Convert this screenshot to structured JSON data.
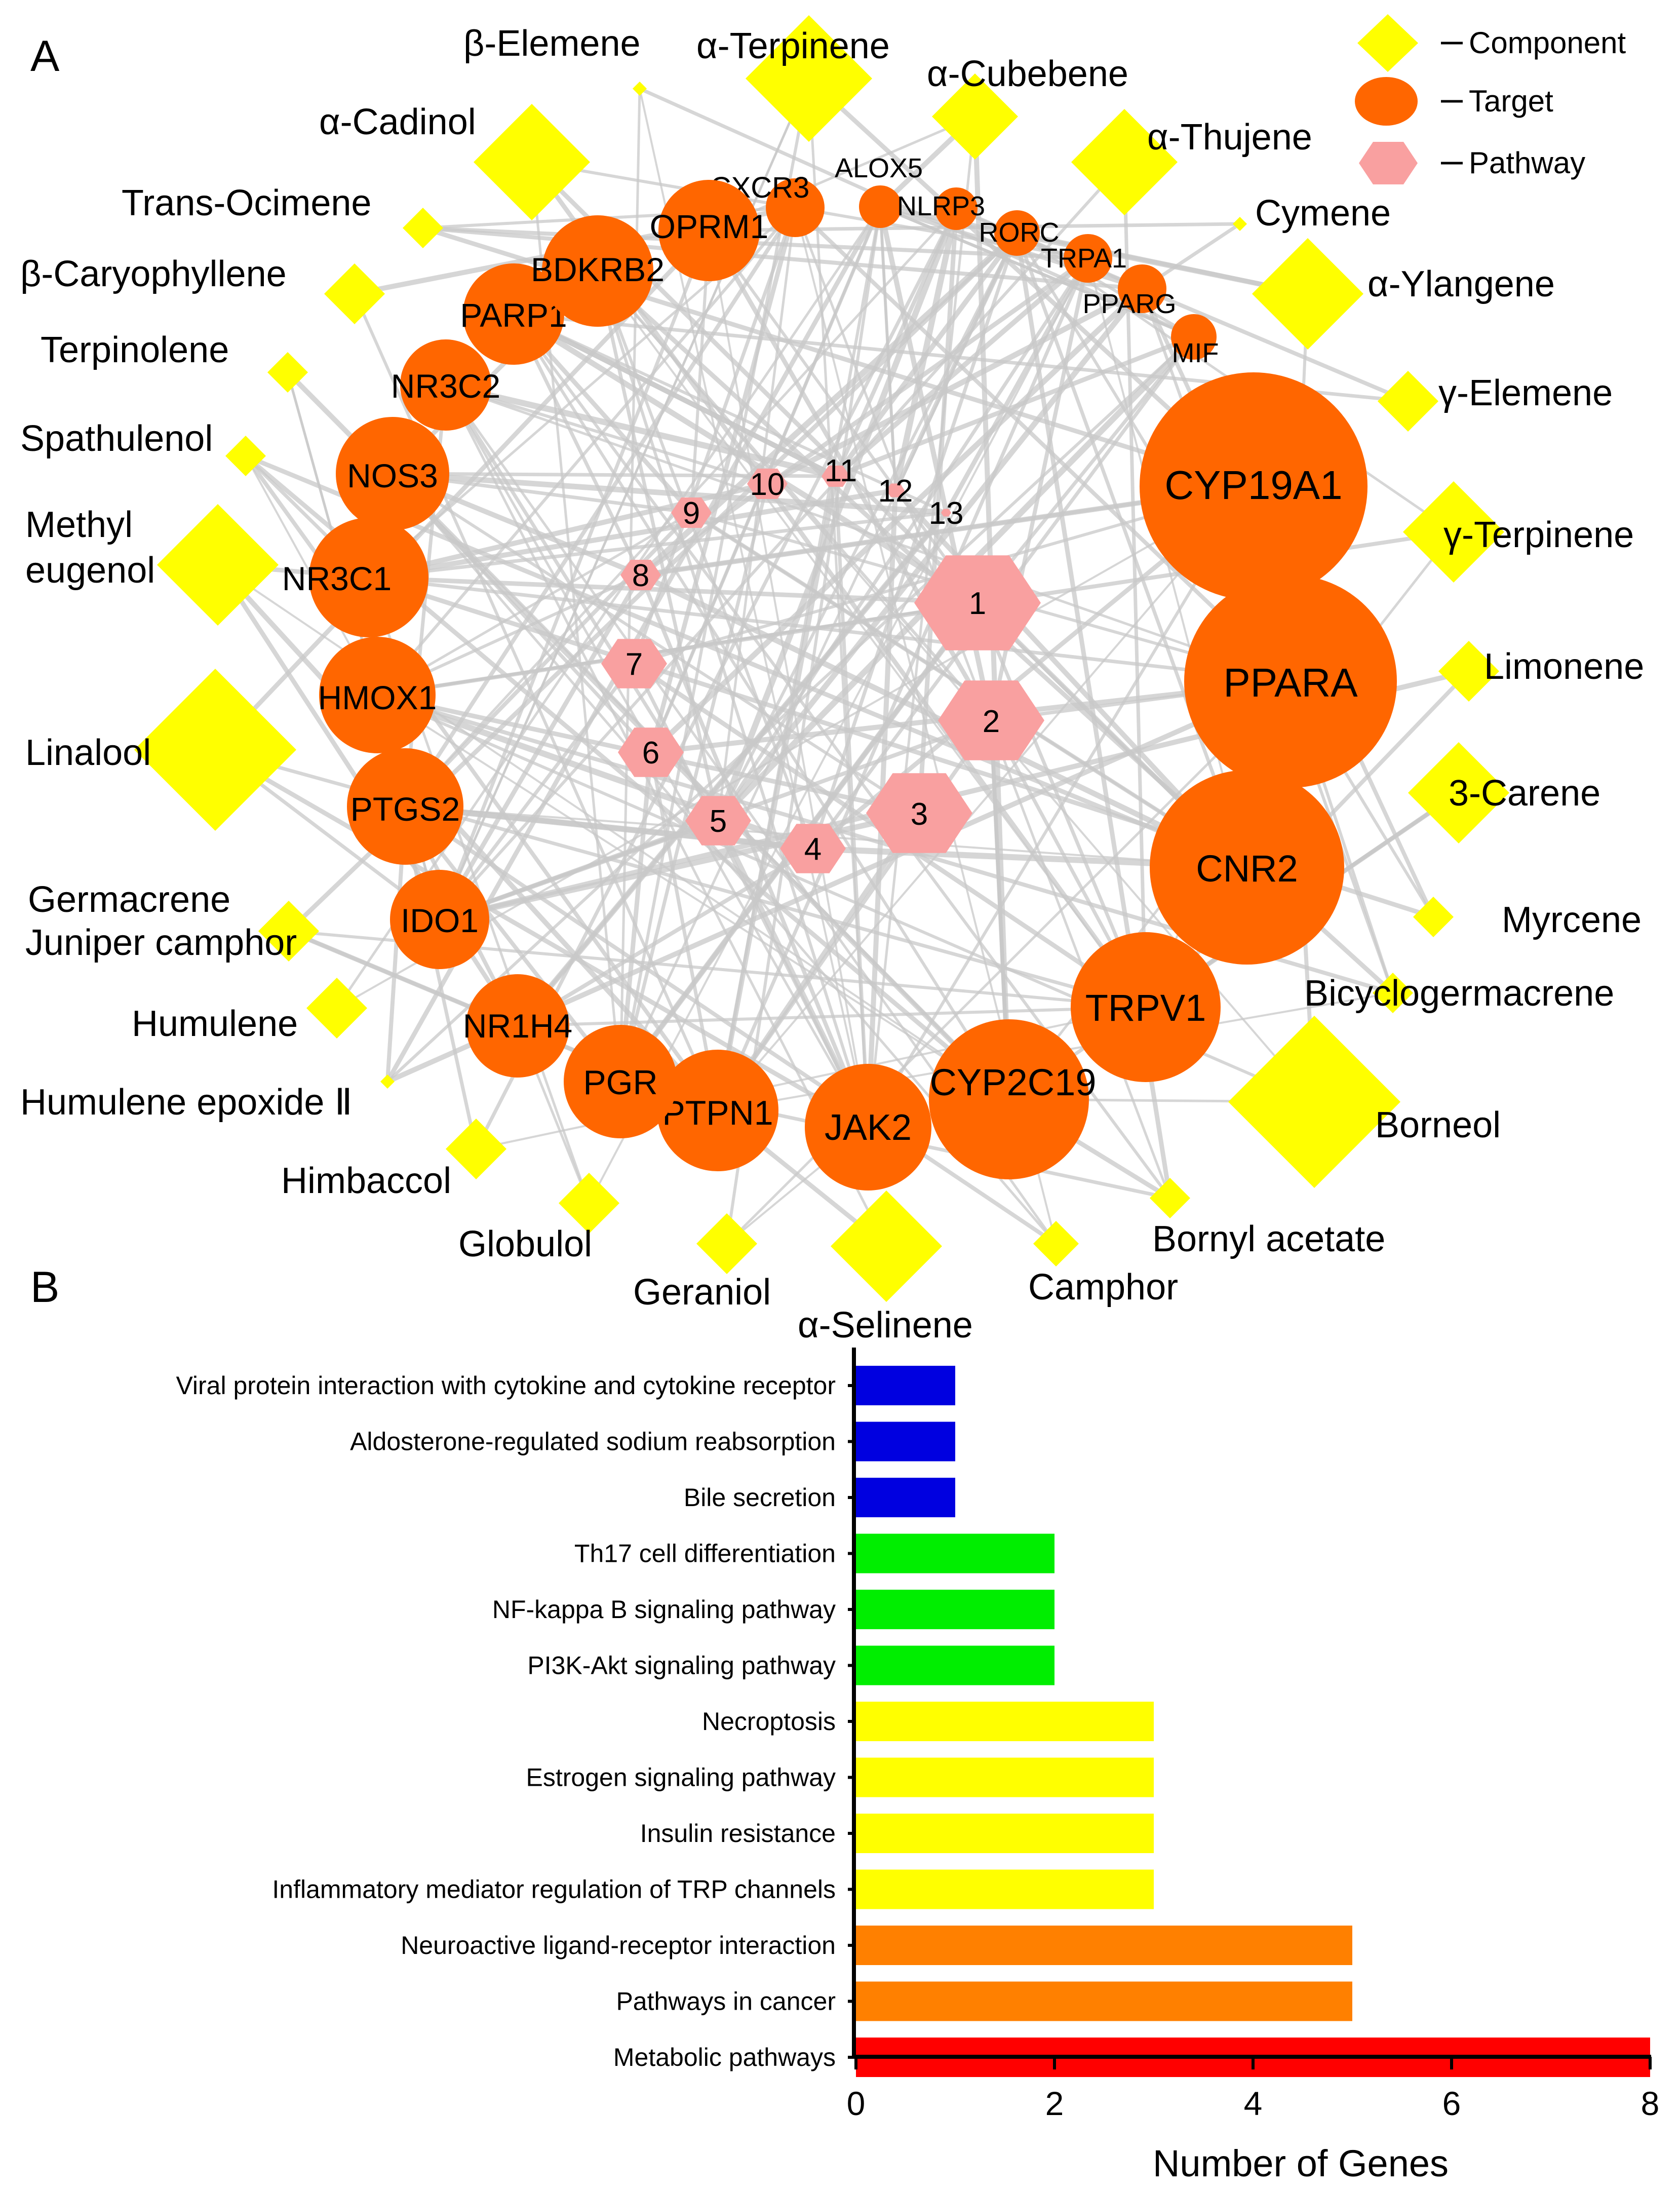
{
  "panel_a": {
    "letter": "A",
    "legend": [
      {
        "label": "Component",
        "shape": "diamond"
      },
      {
        "label": "Target",
        "shape": "circle"
      },
      {
        "label": "Pathway",
        "shape": "hexagon"
      }
    ],
    "colors": {
      "component": "#ffff00",
      "target": "#ff6600",
      "pathway": "#f9a0a0",
      "edge": "#c8c8c8"
    },
    "components": [
      "β-Elemene",
      "α-Terpinene",
      "α-Cubebene",
      "α-Thujene",
      "Cymene",
      "α-Ylangene",
      "γ-Elemene",
      "γ-Terpinene",
      "Limonene",
      "3-Carene",
      "Myrcene",
      "Bicyclogermacrene",
      "Borneol",
      "Bornyl acetate",
      "Camphor",
      "α-Selinene",
      "Geraniol",
      "Globulol",
      "Himbaccol",
      "Humulene epoxide Ⅱ",
      "Humulene",
      "Germacrene",
      "Juniper camphor",
      "Linalool",
      "Methyl eugenol",
      "Spathulenol",
      "Terpinolene",
      "β-Caryophyllene",
      "Trans-Ocimene",
      "α-Cadinol"
    ],
    "targets": [
      "CXCR3",
      "ALOX5",
      "NLRP3",
      "RORC",
      "TRPA1",
      "PPARG",
      "MIF",
      "CYP19A1",
      "PPARA",
      "CNR2",
      "TRPV1",
      "CYP2C19",
      "JAK2",
      "PTPN1",
      "PGR",
      "NR1H4",
      "IDO1",
      "PTGS2",
      "HMOX1",
      "NR3C1",
      "NOS3",
      "NR3C2",
      "PARP1",
      "BDKRB2",
      "OPRM1"
    ],
    "pathways": [
      "1",
      "2",
      "3",
      "4",
      "5",
      "6",
      "7",
      "8",
      "9",
      "10",
      "11",
      "12",
      "13"
    ]
  },
  "panel_b": {
    "letter": "B",
    "chart_data": {
      "type": "bar",
      "orientation": "horizontal",
      "categories": [
        "Viral protein interaction with cytokine and cytokine receptor",
        "Aldosterone-regulated sodium reabsorption",
        "Bile secretion",
        "Th17 cell differentiation",
        "NF-kappa B signaling pathway",
        "PI3K-Akt signaling pathway",
        "Necroptosis",
        "Estrogen signaling pathway",
        "Insulin resistance",
        "Inflammatory mediator regulation of TRP channels",
        "Neuroactive ligand-receptor interaction",
        "Pathways in cancer",
        "Metabolic pathways"
      ],
      "values": [
        1,
        1,
        1,
        2,
        2,
        2,
        3,
        3,
        3,
        3,
        5,
        5,
        8
      ],
      "bar_colors": [
        "#0000e0",
        "#0000e0",
        "#0000e0",
        "#00ee00",
        "#00ee00",
        "#00ee00",
        "#ffff00",
        "#ffff00",
        "#ffff00",
        "#ffff00",
        "#ff8000",
        "#ff8000",
        "#ff0000"
      ],
      "xlabel": "Number of Genes",
      "ylabel": "",
      "xlim": [
        0,
        8
      ],
      "xticks": [
        "0",
        "2",
        "4",
        "6",
        "8"
      ],
      "grid": false
    }
  }
}
